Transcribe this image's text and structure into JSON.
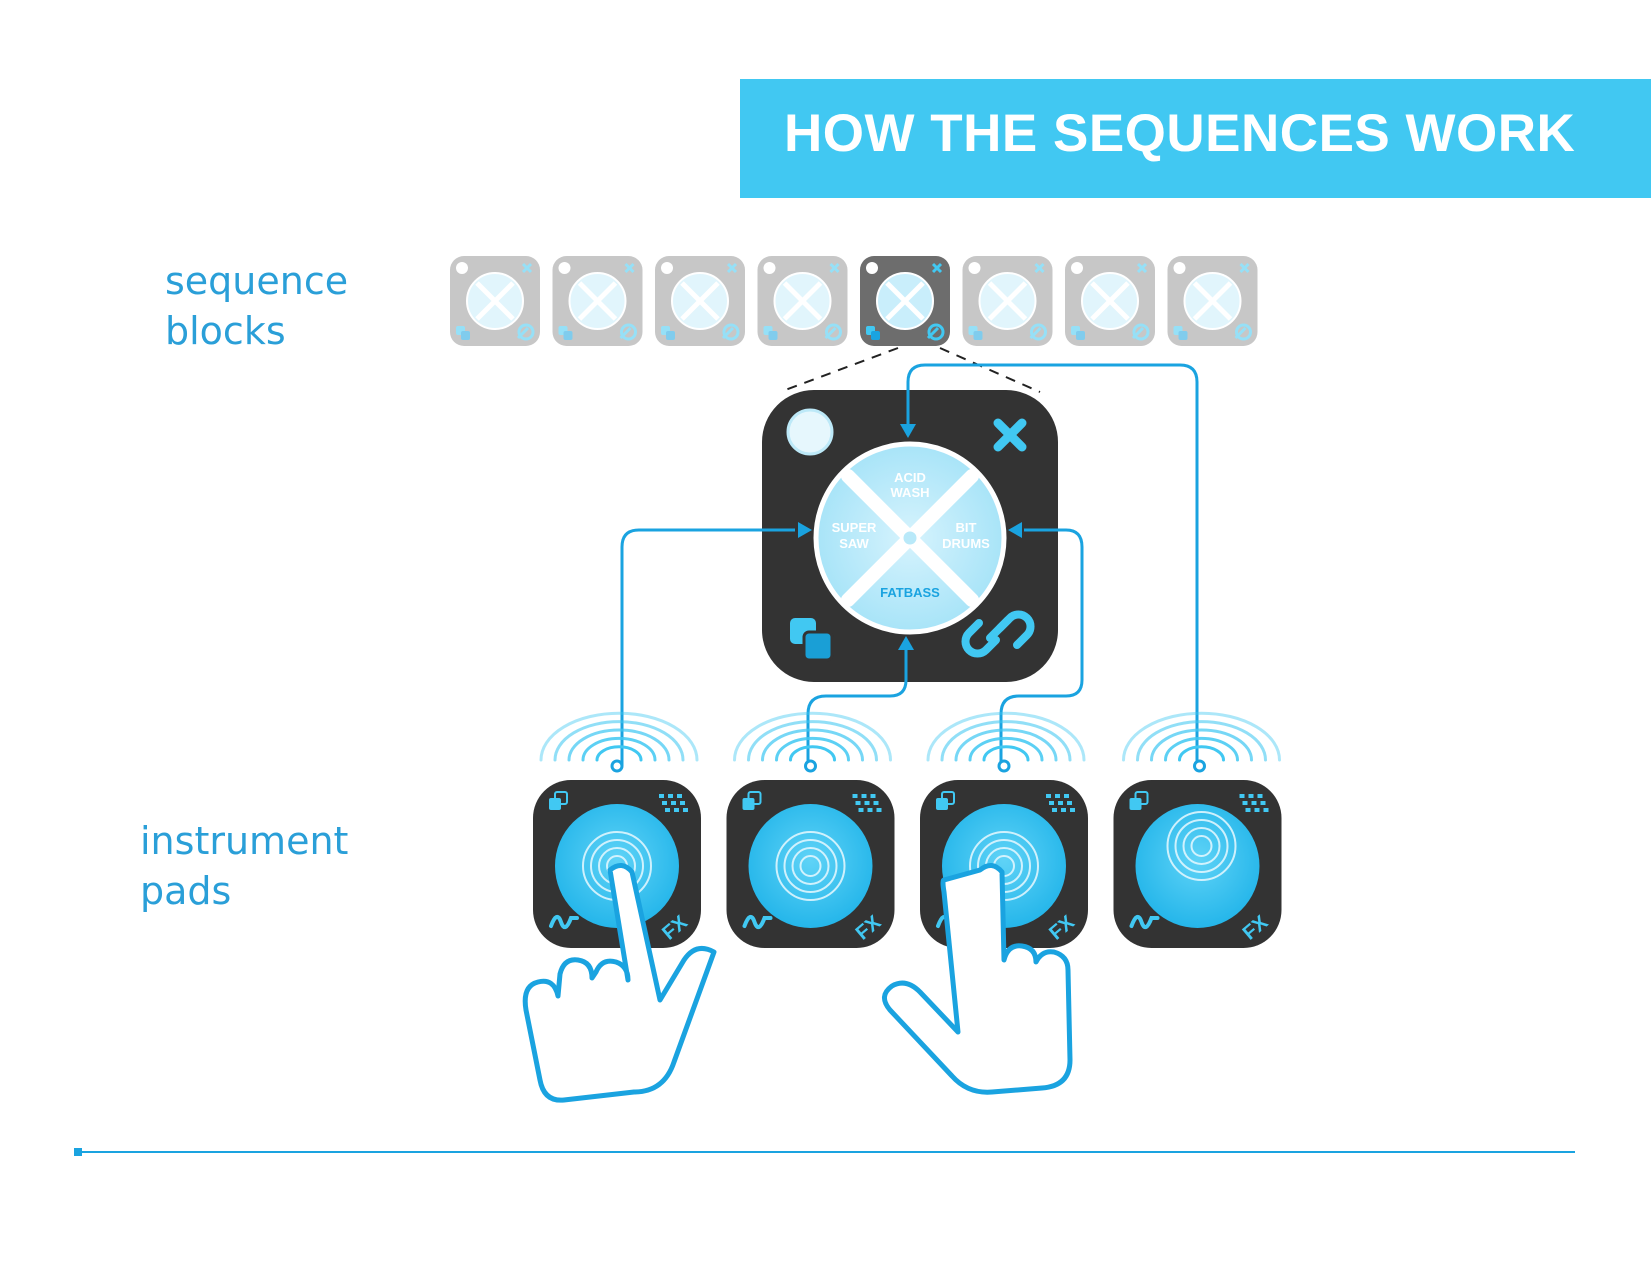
{
  "header": {
    "title": "HOW THE SEQUENCES WORK"
  },
  "labels": {
    "sequence_blocks": "sequence\nblocks",
    "instrument_pads": "instrument\npads"
  },
  "colors": {
    "accent": "#41c8f2",
    "line_blue": "#1aa3e0",
    "label_blue": "#2a9fd8",
    "device_dark": "#333333",
    "inactive_gray": "#b5b5b5"
  },
  "sequence_blocks": {
    "count": 8,
    "active_index": 4
  },
  "main_block": {
    "segments": {
      "top": "ACID WASH",
      "left": "SUPER SAW",
      "right": "BIT DRUMS",
      "bottom": "FATBASS"
    }
  },
  "instrument_pads": {
    "count": 4,
    "fx_label": "FX",
    "pressed": [
      true,
      false,
      true,
      false
    ]
  },
  "icons": [
    "close-icon",
    "copy-icon",
    "link-icon",
    "wireless-signal-icon",
    "pointing-hand-icon",
    "dots-grid-icon",
    "squiggle-icon"
  ]
}
